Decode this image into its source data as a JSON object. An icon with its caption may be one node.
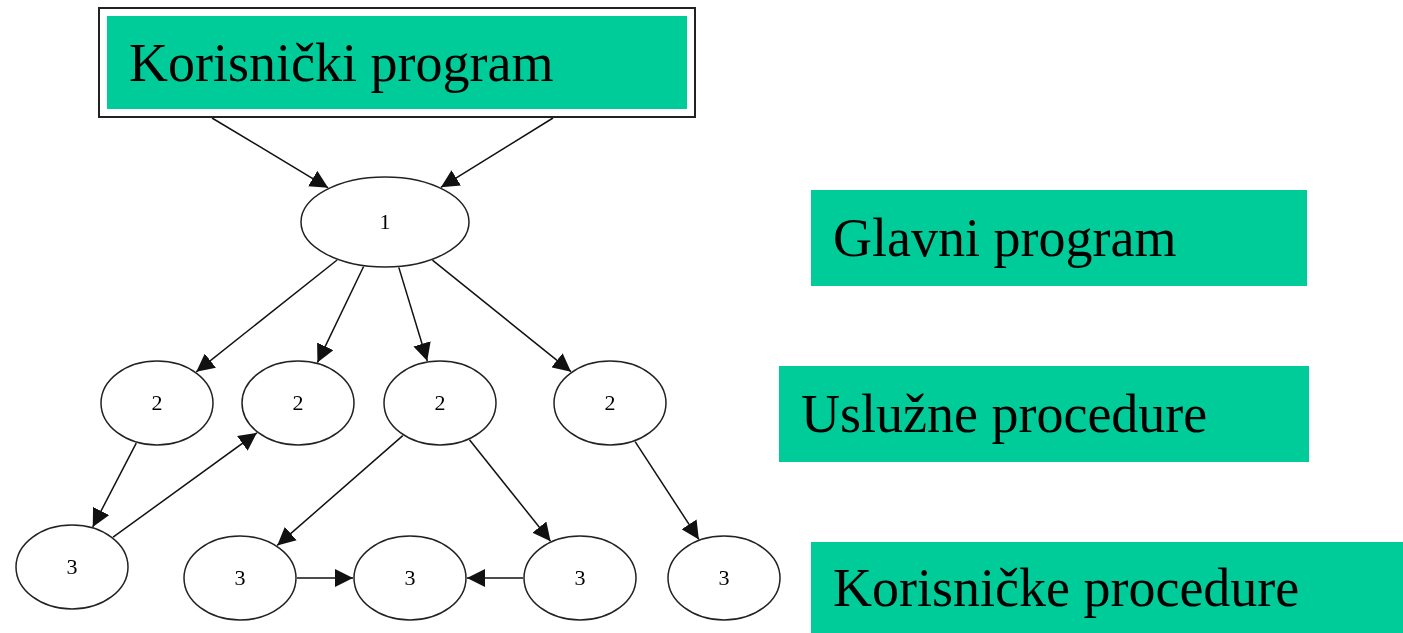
{
  "diagram": {
    "nodes": [
      {
        "text": [
          "Korisnički program"
        ]
      },
      {
        "text": [
          "1"
        ]
      },
      {
        "text": [
          "2"
        ]
      },
      {
        "text": [
          "2"
        ]
      },
      {
        "text": [
          "2"
        ]
      },
      {
        "text": [
          "2"
        ]
      },
      {
        "text": [
          "3"
        ]
      },
      {
        "text": [
          "3"
        ]
      },
      {
        "text": [
          "3"
        ]
      },
      {
        "text": [
          "3"
        ]
      },
      {
        "text": [
          "3"
        ]
      },
      {
        "text": [
          "Glavni program"
        ]
      },
      {
        "text": [
          "Uslužne procedure"
        ]
      },
      {
        "text": [
          "Korisničke procedure"
        ]
      }
    ],
    "edges": [
      {
        "from": 0,
        "to": 1,
        "arrow": "to"
      },
      {
        "from": 0,
        "to": 1,
        "arrow": "to"
      },
      {
        "from": 1,
        "to": 2,
        "arrow": "to"
      },
      {
        "from": 1,
        "to": 3,
        "arrow": "to"
      },
      {
        "from": 1,
        "to": 4,
        "arrow": "to"
      },
      {
        "from": 1,
        "to": 5,
        "arrow": "to"
      },
      {
        "from": 2,
        "to": 6,
        "arrow": "to"
      },
      {
        "from": 6,
        "to": 3,
        "arrow": "to"
      },
      {
        "from": 4,
        "to": 7,
        "arrow": "to"
      },
      {
        "from": 4,
        "to": 9,
        "arrow": "to"
      },
      {
        "from": 5,
        "to": 10,
        "arrow": "to"
      },
      {
        "from": 7,
        "to": 8,
        "arrow": "to"
      },
      {
        "from": 9,
        "to": 8,
        "arrow": "to"
      }
    ]
  }
}
